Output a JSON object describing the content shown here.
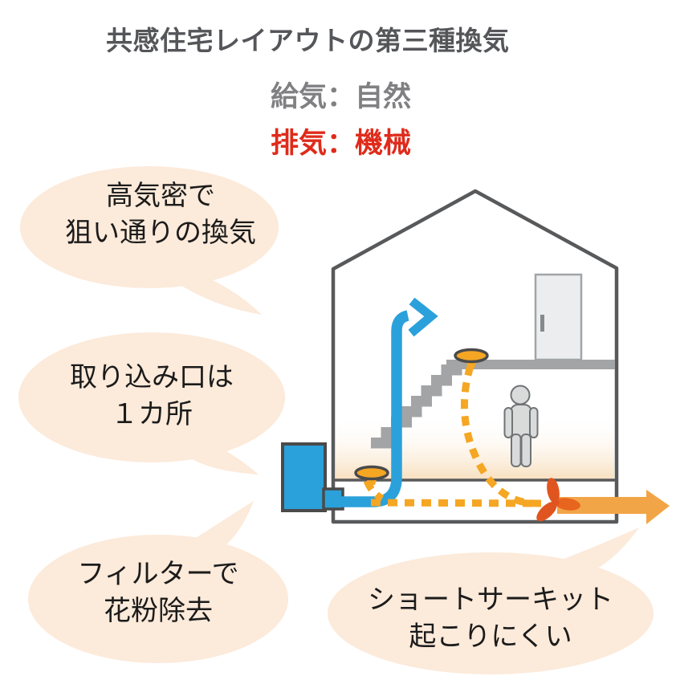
{
  "header": {
    "title": "共感住宅レイアウトの第三種換気",
    "supply_label": "給気：自然",
    "exhaust_label": "排気：機械"
  },
  "bubbles": {
    "airtight": {
      "line1": "高気密で",
      "line2": "狙い通りの換気"
    },
    "intake": {
      "line1": "取り込み口は",
      "line2": "１カ所"
    },
    "filter": {
      "line1": "フィルターで",
      "line2": "花粉除去"
    },
    "short_circuit": {
      "line1": "ショートサーキット",
      "line2": "起こりにくい"
    }
  },
  "icons": {
    "intake_unit": "blue-intake-box",
    "supply_arrow": "curved-arrow-up-right",
    "exhaust_path": "dotted-duct-line",
    "floor_vent": "vent-grille-ellipse",
    "landing_vent": "vent-grille-ellipse",
    "exhaust_fan": "three-blade-propeller",
    "exit_arrow": "thick-arrow-right",
    "person": "standing-person-silhouette",
    "door": "interior-door",
    "stairs": "staircase-section"
  },
  "colors": {
    "supply_blue": "#2AA1DB",
    "exhaust_orange": "#F5A623",
    "arrow_orange": "#F2A546",
    "fan_red": "#E0551F",
    "fan_red_light": "#E8651F",
    "bubble_fill": "#FCEADA",
    "title_gray": "#545659",
    "supply_gray": "#808083",
    "exhaust_red": "#DF2B1B",
    "outline_gray": "#58595B",
    "structure_gray": "#A3A4A6",
    "floor_warm": "#F8DFBE",
    "bubble_text": "#1B1B1B"
  }
}
